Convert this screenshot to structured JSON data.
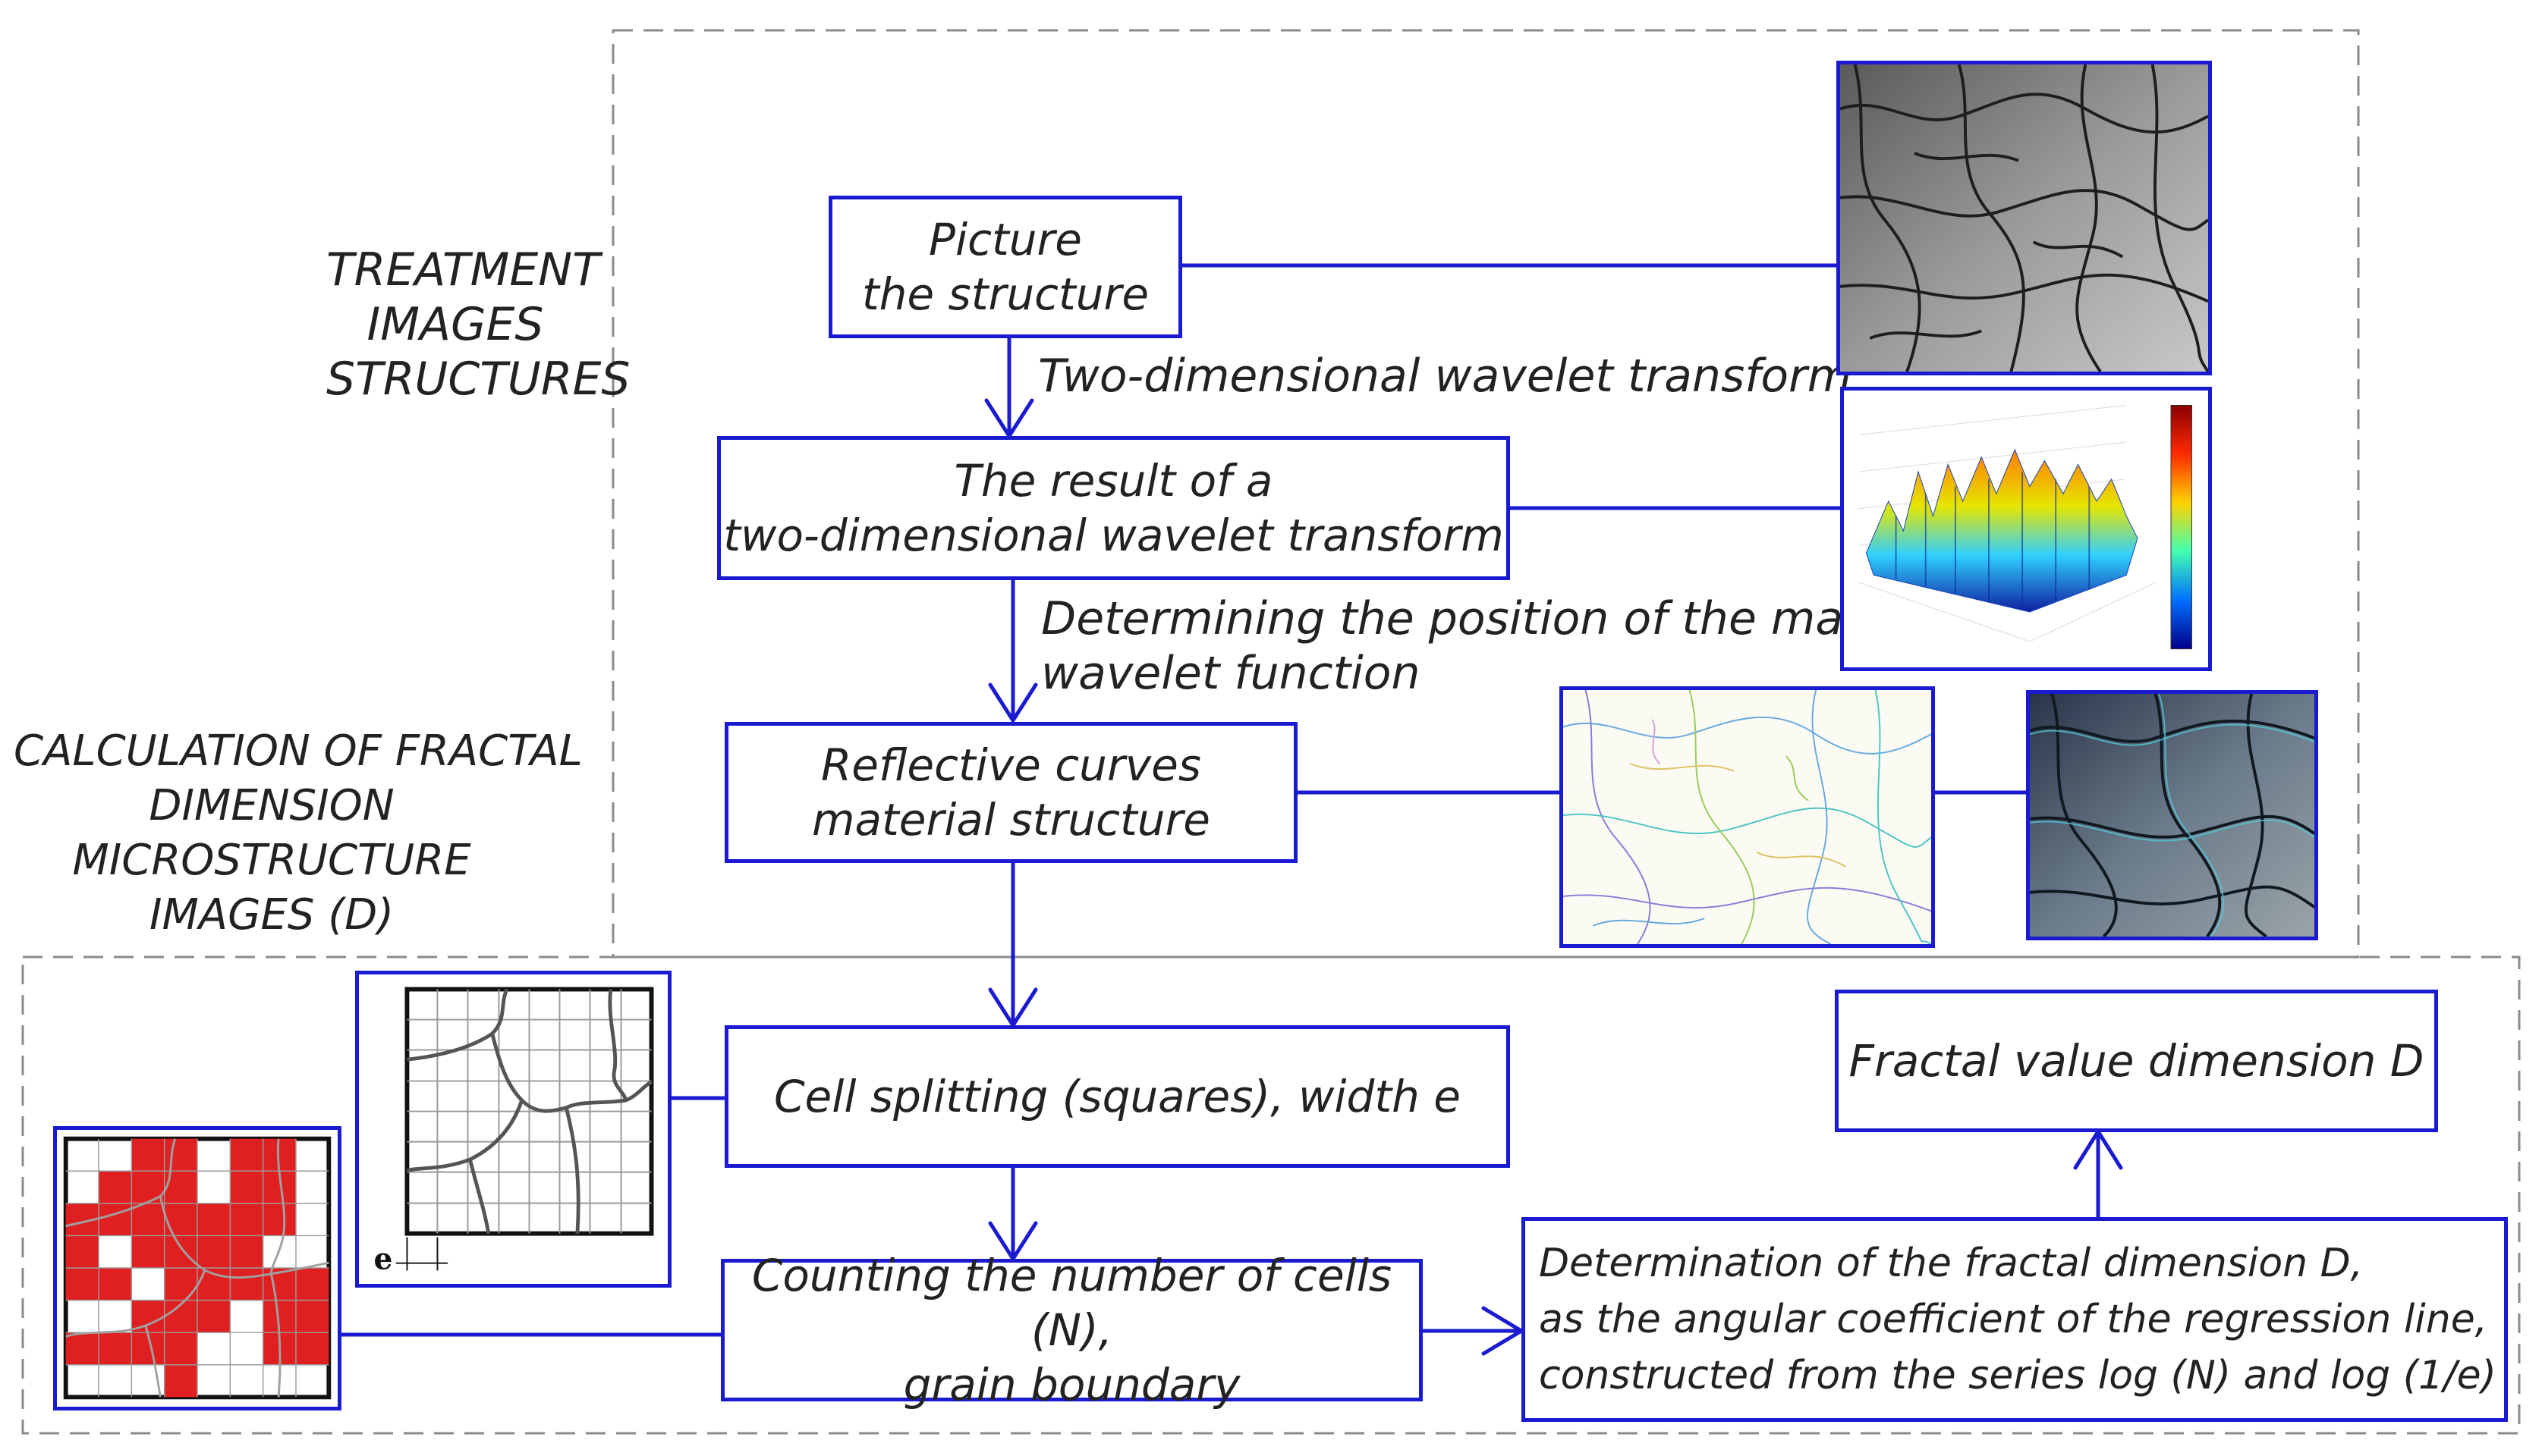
{
  "regions": {
    "treatment": [
      "TREATMENT",
      "IMAGES",
      "STRUCTURES"
    ],
    "calculation": [
      "CALCULATION OF FRACTAL",
      "DIMENSION",
      "MICROSTRUCTURE",
      "IMAGES (D)"
    ]
  },
  "boxes": {
    "picture": [
      "Picture",
      "the structure"
    ],
    "wavelet_result": [
      "The result of a",
      "two-dimensional wavelet transform"
    ],
    "reflective": [
      "Reflective curves",
      "material structure"
    ],
    "cell_split": [
      "Cell splitting (squares), width e"
    ],
    "counting": [
      "Counting the number of cells (N),",
      "grain boundary"
    ],
    "determination": [
      "Determination of the fractal dimension D,",
      "as the angular coefficient of the regression line,",
      "constructed from the series log (N) and log (1/e)"
    ],
    "fractal_value": [
      "Fractal value dimension D"
    ]
  },
  "edge_labels": {
    "wavelet": "Two-dimensional wavelet transform",
    "maximum": [
      "Determining the position of the maximum",
      "wavelet function"
    ]
  },
  "images": {
    "grid_width_label": "e"
  },
  "colors": {
    "box_border": "#1a1ad1",
    "region_border": "#8a8a8a",
    "cell_fill": "#e02020",
    "text": "#222222"
  }
}
